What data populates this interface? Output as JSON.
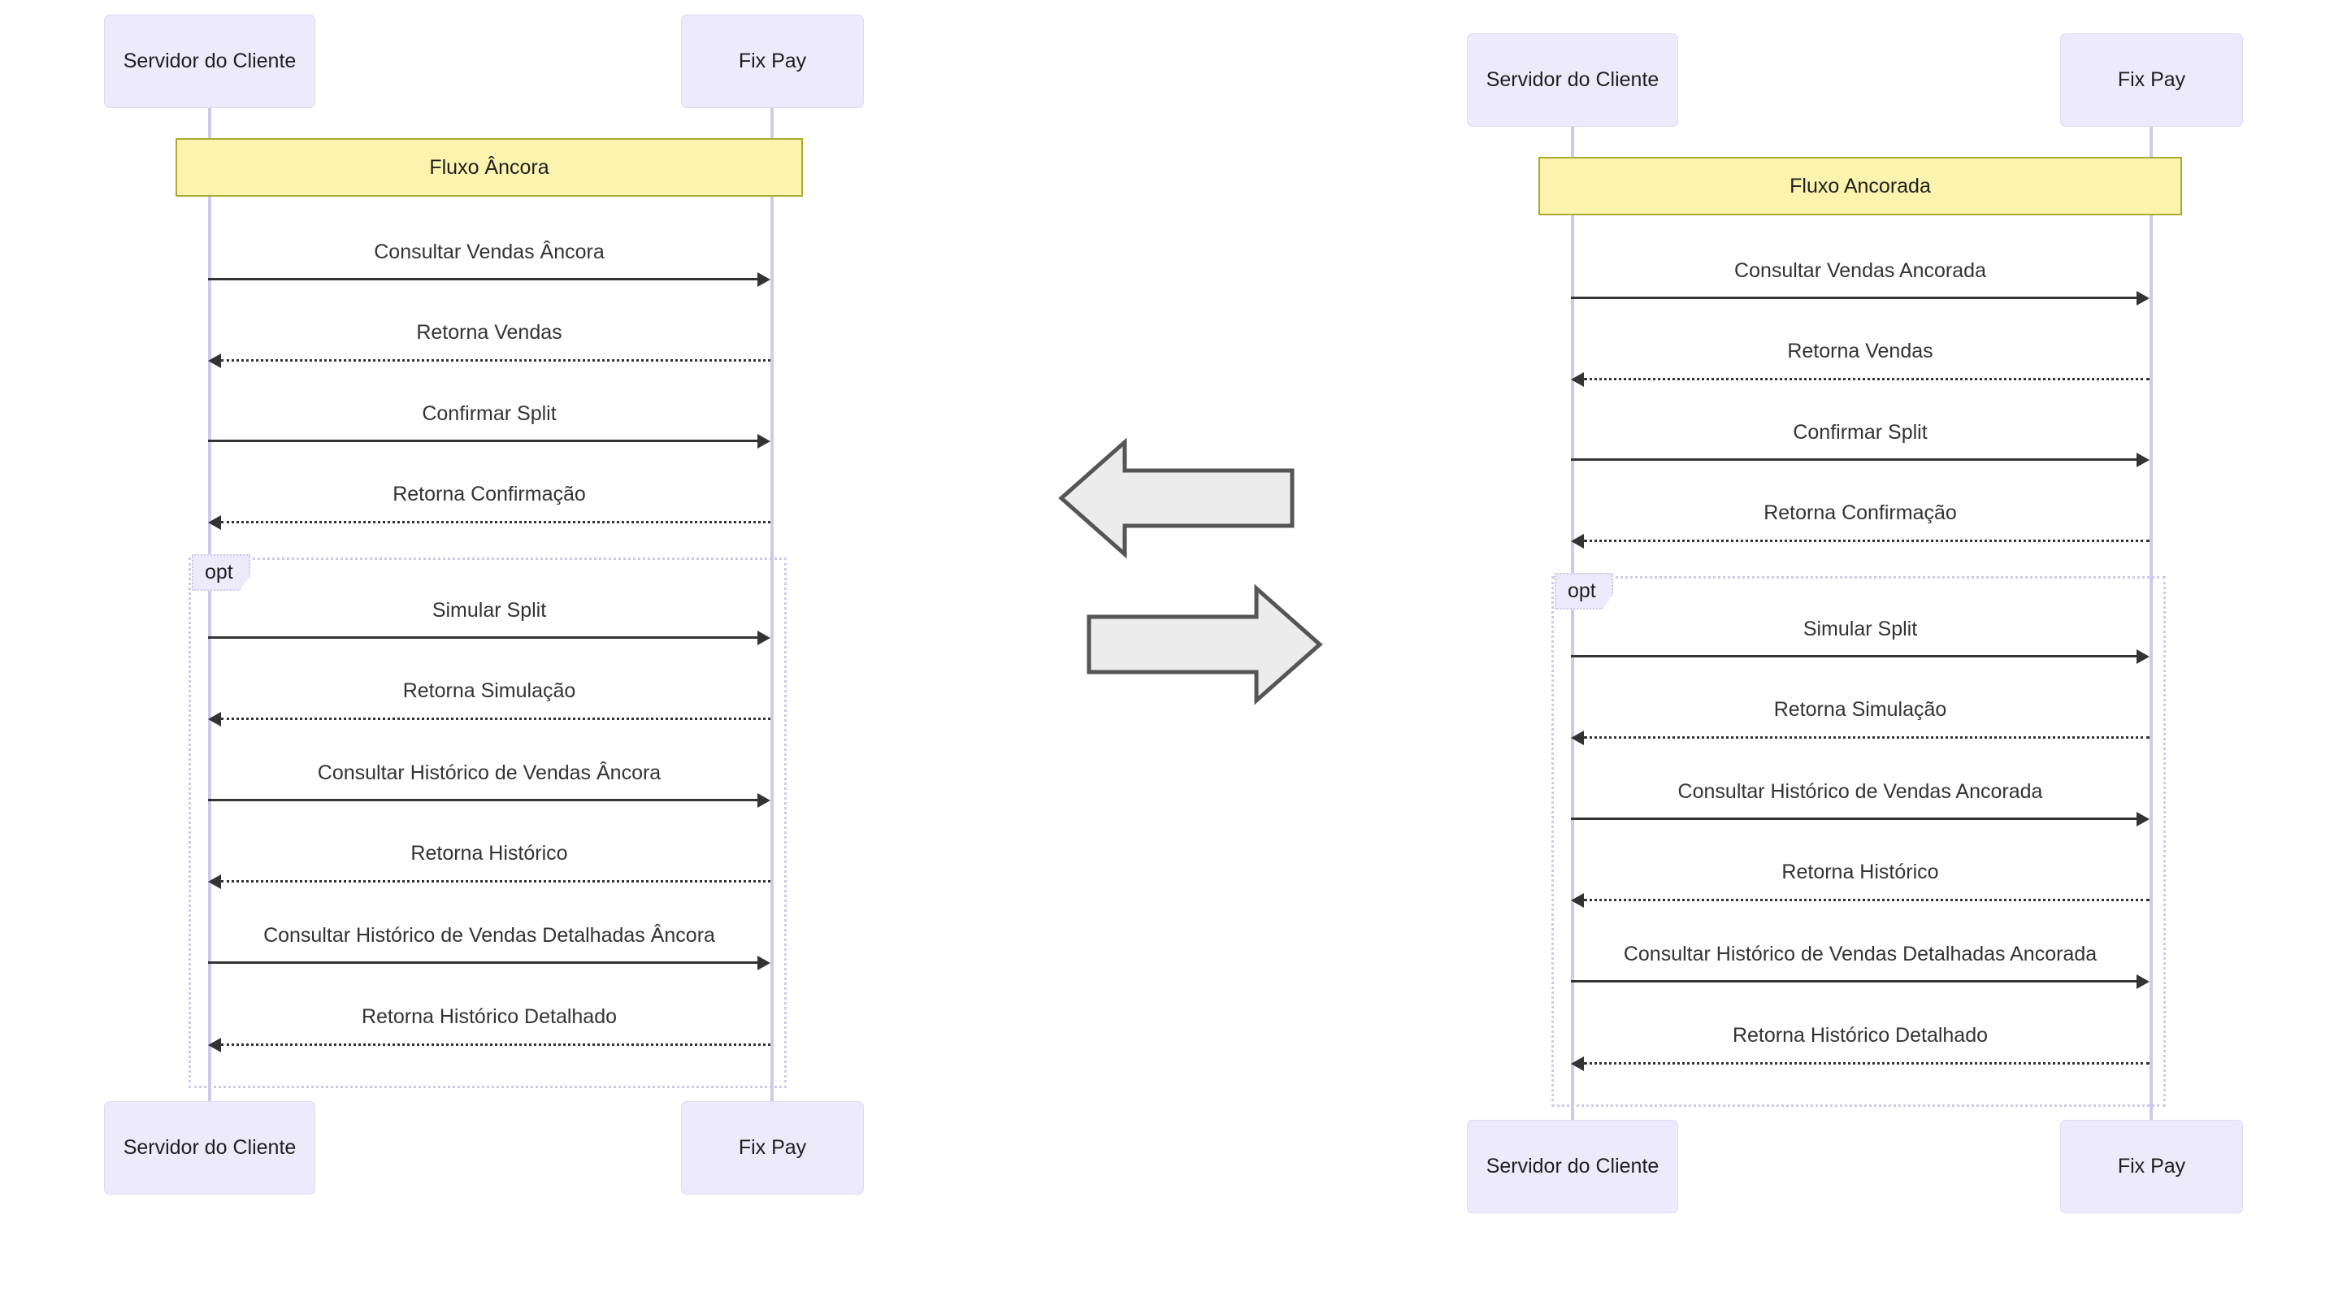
{
  "diagrams": [
    {
      "id": "left",
      "title": "Fluxo Âncora",
      "actors": [
        {
          "name": "Servidor do Cliente"
        },
        {
          "name": "Fix Pay"
        }
      ],
      "fragment": {
        "label": "opt"
      },
      "messages": [
        {
          "label": "Consultar Vendas Âncora",
          "direction": "right",
          "style": "solid"
        },
        {
          "label": "Retorna Vendas",
          "direction": "left",
          "style": "dotted"
        },
        {
          "label": "Confirmar Split",
          "direction": "right",
          "style": "solid"
        },
        {
          "label": "Retorna Confirmação",
          "direction": "left",
          "style": "dotted"
        },
        {
          "label": "Simular Split",
          "direction": "right",
          "style": "solid"
        },
        {
          "label": "Retorna Simulação",
          "direction": "left",
          "style": "dotted"
        },
        {
          "label": "Consultar Histórico de Vendas Âncora",
          "direction": "right",
          "style": "solid"
        },
        {
          "label": "Retorna Histórico",
          "direction": "left",
          "style": "dotted"
        },
        {
          "label": "Consultar Histórico de Vendas Detalhadas Âncora",
          "direction": "right",
          "style": "solid"
        },
        {
          "label": "Retorna Histórico Detalhado",
          "direction": "left",
          "style": "dotted"
        }
      ]
    },
    {
      "id": "right",
      "title": "Fluxo Ancorada",
      "actors": [
        {
          "name": "Servidor do Cliente"
        },
        {
          "name": "Fix Pay"
        }
      ],
      "fragment": {
        "label": "opt"
      },
      "messages": [
        {
          "label": "Consultar Vendas Ancorada",
          "direction": "right",
          "style": "solid"
        },
        {
          "label": "Retorna Vendas",
          "direction": "left",
          "style": "dotted"
        },
        {
          "label": "Confirmar Split",
          "direction": "right",
          "style": "solid"
        },
        {
          "label": "Retorna Confirmação",
          "direction": "left",
          "style": "dotted"
        },
        {
          "label": "Simular Split",
          "direction": "right",
          "style": "solid"
        },
        {
          "label": "Retorna Simulação",
          "direction": "left",
          "style": "dotted"
        },
        {
          "label": "Consultar Histórico de Vendas Ancorada",
          "direction": "right",
          "style": "solid"
        },
        {
          "label": "Retorna Histórico",
          "direction": "left",
          "style": "dotted"
        },
        {
          "label": "Consultar Histórico de Vendas Detalhadas Ancorada",
          "direction": "right",
          "style": "solid"
        },
        {
          "label": "Retorna Histórico Detalhado",
          "direction": "left",
          "style": "dotted"
        }
      ]
    }
  ],
  "center_arrows": [
    {
      "name": "arrow-left",
      "direction": "left"
    },
    {
      "name": "arrow-right",
      "direction": "right"
    }
  ],
  "colors": {
    "actor_fill": "#ECEAFB",
    "actor_border": "#DEDAF6",
    "lifeline": "#CFCAEC",
    "note_fill": "#FCF4AE",
    "note_border": "#AAAA33",
    "message": "#333333",
    "block_arrow_fill": "#ECECEC",
    "block_arrow_stroke": "#555555"
  }
}
